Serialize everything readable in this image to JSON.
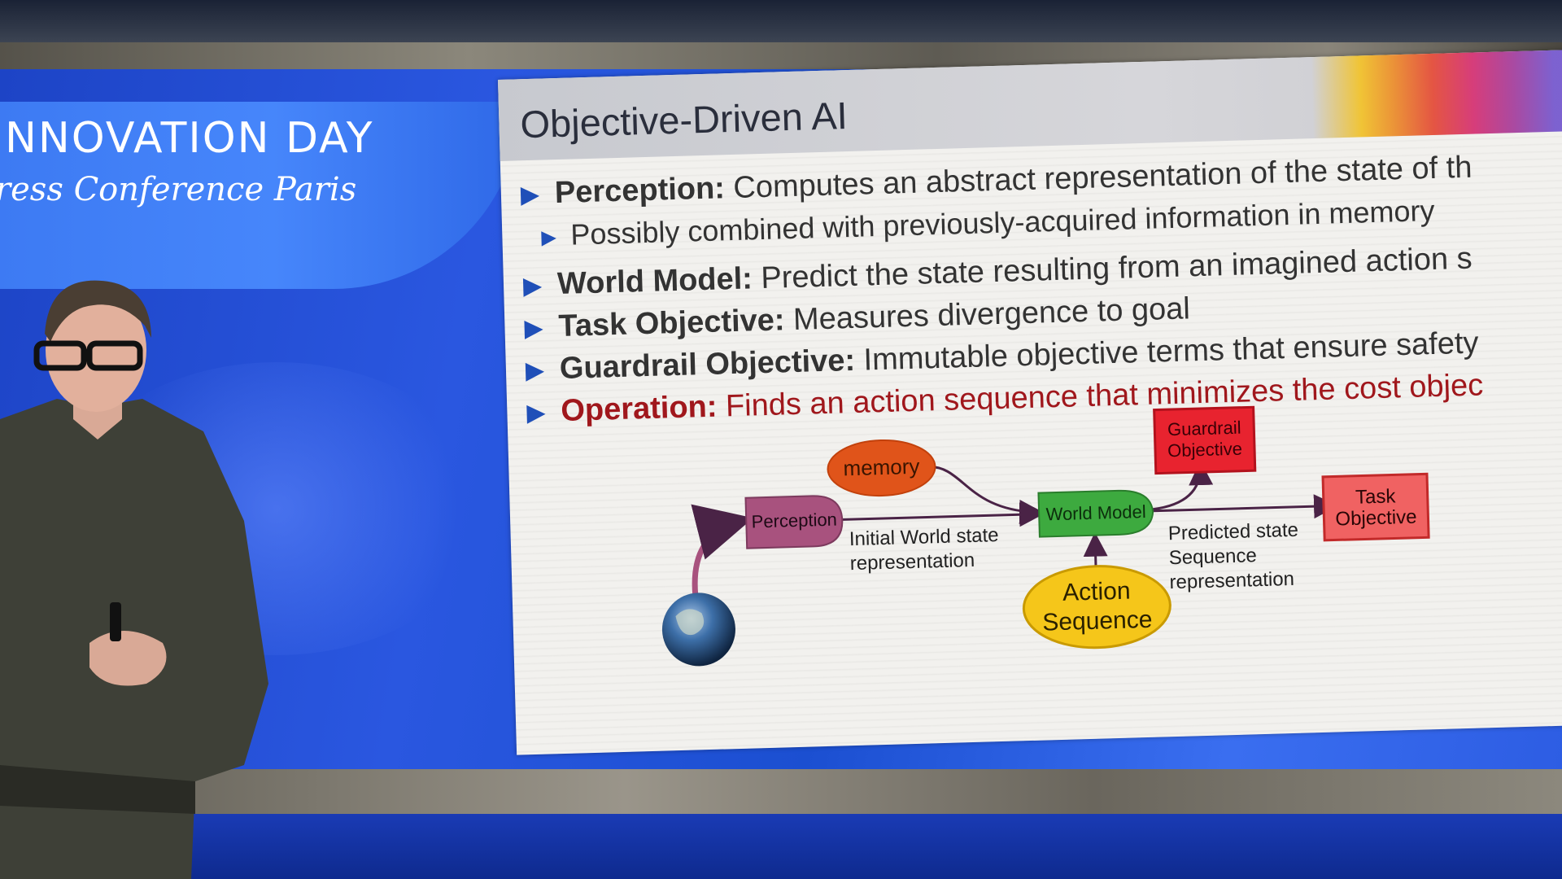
{
  "event": {
    "title": "NNOVATION  DAY",
    "subtitle": "ress Conference Paris"
  },
  "slide": {
    "title": "Objective-Driven AI",
    "bullets": [
      {
        "label": "Perception:",
        "text": " Computes an abstract representation of the state of th",
        "level": 1,
        "color": "#333333"
      },
      {
        "label": "",
        "text": "Possibly combined with previously-acquired information in memory",
        "level": 2,
        "color": "#333333"
      },
      {
        "label": "World Model:",
        "text": " Predict the state resulting from an imagined action s",
        "level": 1,
        "color": "#333333"
      },
      {
        "label": "Task Objective:",
        "text": " Measures divergence to goal",
        "level": 1,
        "color": "#333333"
      },
      {
        "label": "Guardrail Objective:",
        "text": " Immutable objective terms that ensure safety",
        "level": 1,
        "color": "#333333"
      },
      {
        "label": "Operation:",
        "text": " Finds an action sequence that minimizes the cost objec",
        "level": 1,
        "color": "#a0171c"
      }
    ],
    "diagram": {
      "nodes": {
        "memory": "memory",
        "perception": "Perception",
        "world_model": "World Model",
        "guardrail_line1": "Guardrail",
        "guardrail_line2": "Objective",
        "task_line1": "Task",
        "task_line2": "Objective",
        "action_line1": "Action",
        "action_line2": "Sequence"
      },
      "labels": {
        "initial_line1": "Initial World state",
        "initial_line2": "representation",
        "predicted_line1": "Predicted state",
        "predicted_line2": "Sequence",
        "predicted_line3": "representation"
      },
      "colors": {
        "memory": "#e0541a",
        "perception": "#a8527e",
        "world_model": "#3daa3f",
        "guardrail": "#e8232f",
        "task": "#f06262",
        "action": "#f5c61a",
        "arrow": "#4a2346"
      }
    }
  }
}
